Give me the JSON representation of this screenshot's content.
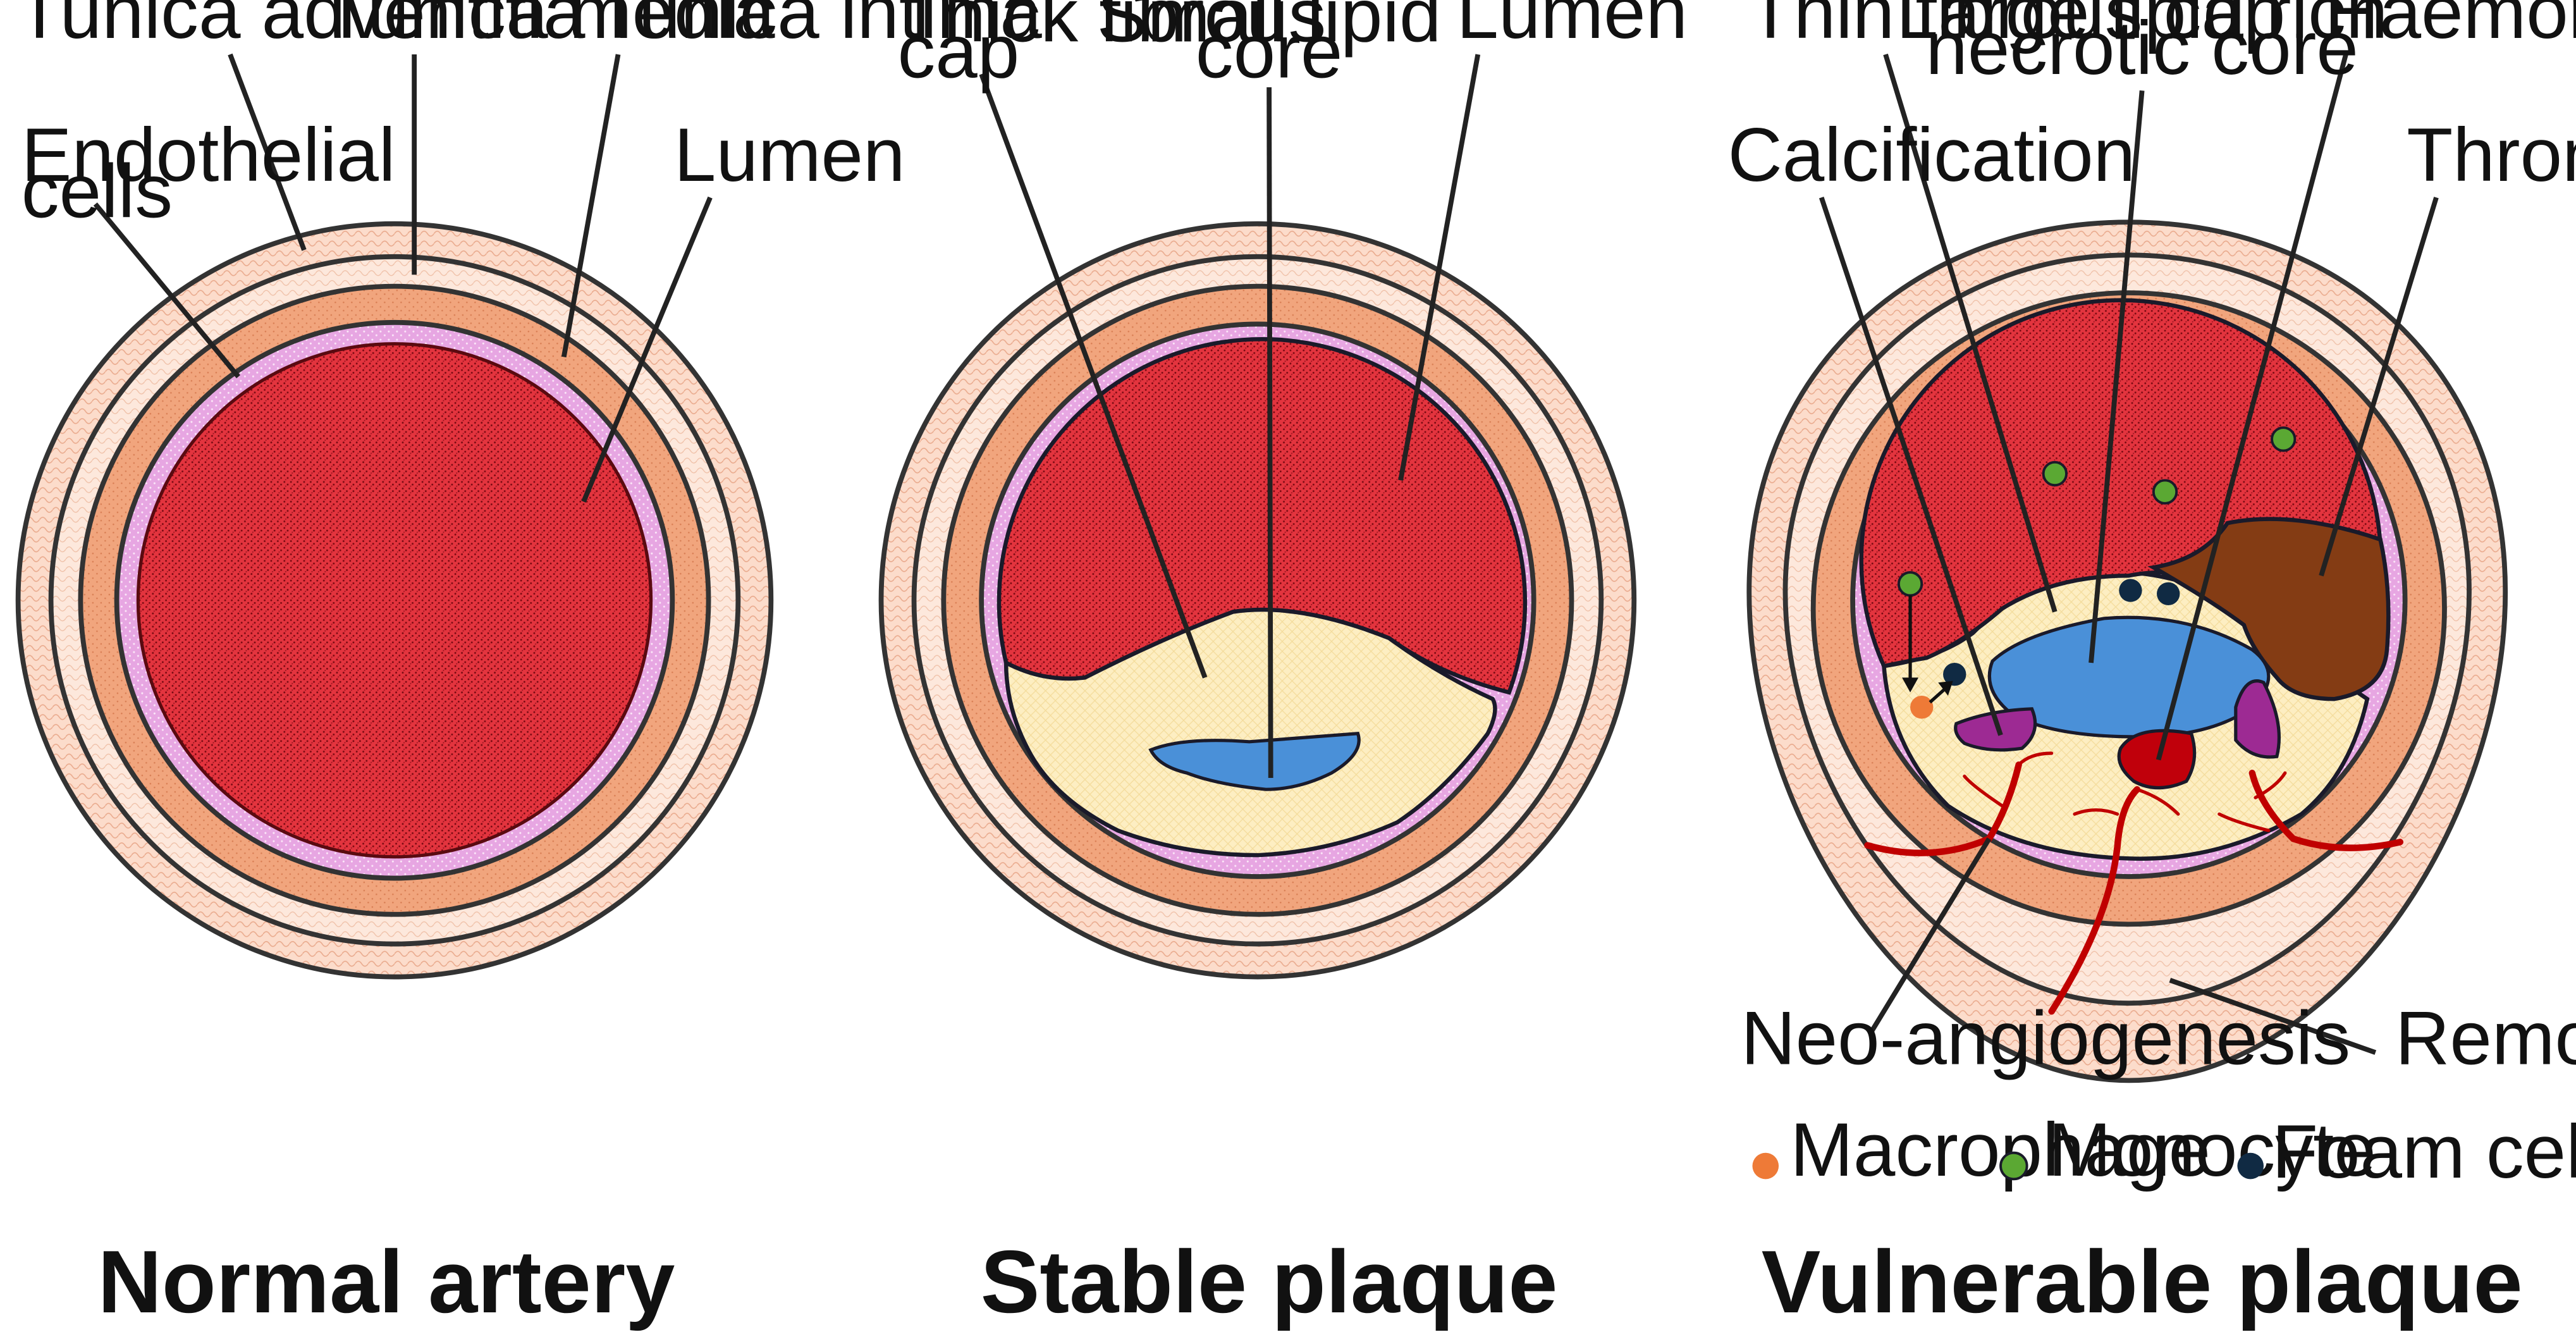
{
  "diagrams": {
    "normal": {
      "caption": "Normal artery",
      "labels": {
        "tunica_adventitia": "Tunica adventitia",
        "tunica_media": "Tunica media",
        "tunica_intima": "Tunica intima",
        "endothelial_1": "Endothelial",
        "endothelial_2": "cells",
        "lumen": "Lumen"
      }
    },
    "stable": {
      "caption": "Stable plaque",
      "labels": {
        "thick_cap_1": "Thick fibrous",
        "thick_cap_2": "cap",
        "small_lipid_1": "Small lipid",
        "small_lipid_2": "core",
        "lumen": "Lumen"
      }
    },
    "vulnerable": {
      "caption": "Vulnerable plaque",
      "labels": {
        "thin_cap": "Thin fibrous cap",
        "large_lipid_1": "Large lipid rich",
        "large_lipid_2": "necrotic core",
        "haemorrhage": "Haemorrhage",
        "calcification": "Calcification",
        "thrombus": "Thrombus",
        "neo_angiogenesis": "Neo-angiogenesis",
        "remodelling": "Remodelling"
      }
    }
  },
  "legend": {
    "macrophage": "Macrophage",
    "monocyte": "Monocyte",
    "foam_cells": "Foam cells"
  },
  "colors": {
    "adventitia": "#fcdccb",
    "media_light": "#fde8dc",
    "media": "#f1a57d",
    "intima": "#e7a6e2",
    "lumen": "#e3343e",
    "plaque": "#fdeec2",
    "lipid_core": "#4a90d8",
    "thrombus": "#843c14",
    "haemorrhage": "#c0000b",
    "calcification": "#9d2a93",
    "vessel": "#c00000",
    "macrophage": "#ee7a37",
    "monocyte": "#5ba833",
    "foam_cells": "#102a43"
  }
}
